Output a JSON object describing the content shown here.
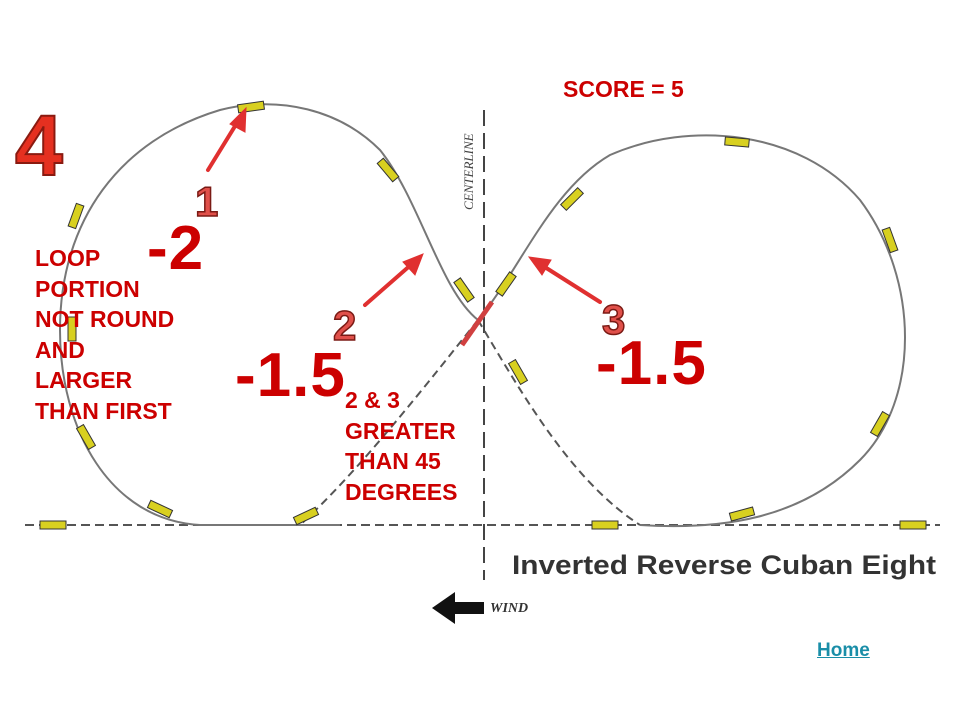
{
  "figure": {
    "maneuver_number": "4",
    "title": "Inverted Reverse Cuban Eight",
    "centerline_label": "CENTERLINE",
    "wind_label": "WIND"
  },
  "score": "SCORE = 5",
  "callouts": [
    {
      "number": "1"
    },
    {
      "number": "2"
    },
    {
      "number": "3"
    }
  ],
  "deductions": {
    "loop": {
      "value": "-2",
      "note_lines": [
        "LOOP",
        "PORTION",
        "NOT ROUND",
        "AND",
        "LARGER",
        "THAN FIRST"
      ]
    },
    "line_2": {
      "value": "-1.5",
      "note_lines": [
        "2 & 3",
        "GREATER",
        "THAN 45",
        "DEGREES"
      ]
    },
    "line_3": {
      "value": "-1.5"
    }
  },
  "nav": {
    "home": "Home"
  },
  "colors": {
    "deduction_red": "#cc0000",
    "arrow_red": "#e03030",
    "path_gray": "#777777",
    "aircraft_yellow": "#d8d020",
    "link": "#1a8ea8"
  }
}
